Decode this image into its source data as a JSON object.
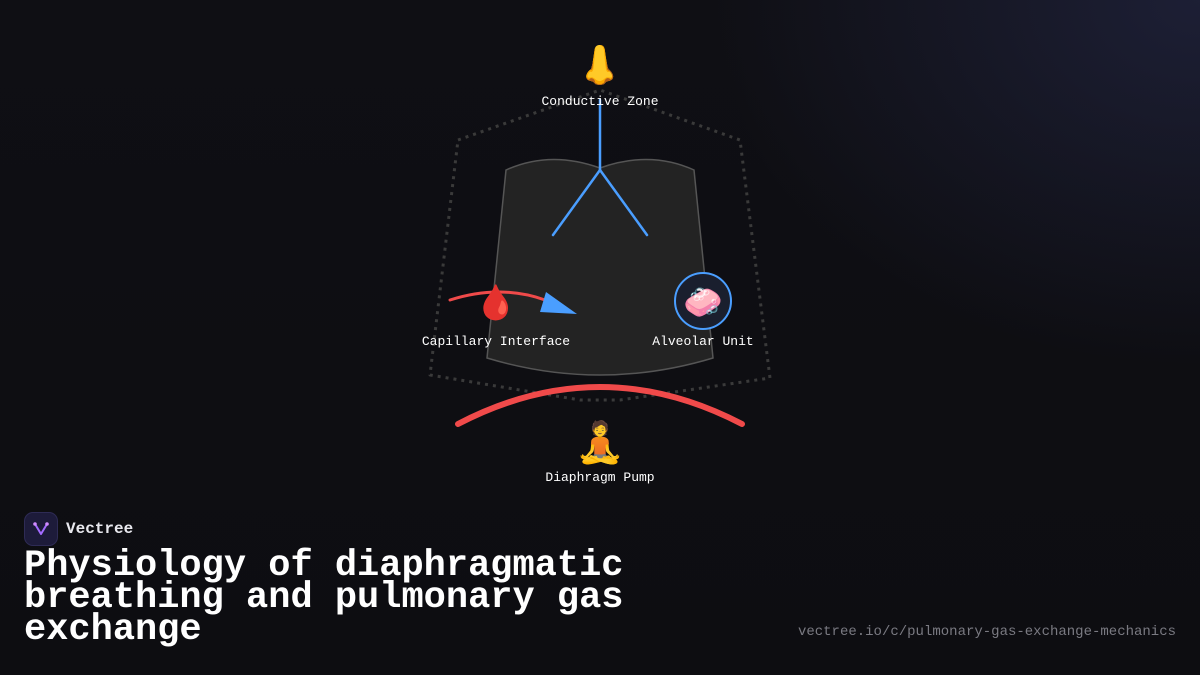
{
  "diagram": {
    "nodes": {
      "conductive": {
        "label": "Conductive Zone",
        "icon": "nose-icon",
        "emoji": "👃"
      },
      "capillary": {
        "label": "Capillary Interface",
        "icon": "blood-drop-icon",
        "emoji": "🩸"
      },
      "alveolar": {
        "label": "Alveolar Unit",
        "icon": "soap-bubbles-icon",
        "emoji": "🧼"
      },
      "diaphragm": {
        "label": "Diaphragm Pump",
        "icon": "meditating-person-icon",
        "emoji": "🧘"
      }
    },
    "colors": {
      "airway": "#4a9eff",
      "blood": "#f04a4a",
      "lung_fill": "#232323",
      "lung_stroke": "#555555",
      "boundary": "#3a3a3a"
    }
  },
  "brand": {
    "name": "Vectree"
  },
  "title": "Physiology of diaphragmatic breathing and pulmonary gas exchange",
  "url": "vectree.io/c/pulmonary-gas-exchange-mechanics"
}
